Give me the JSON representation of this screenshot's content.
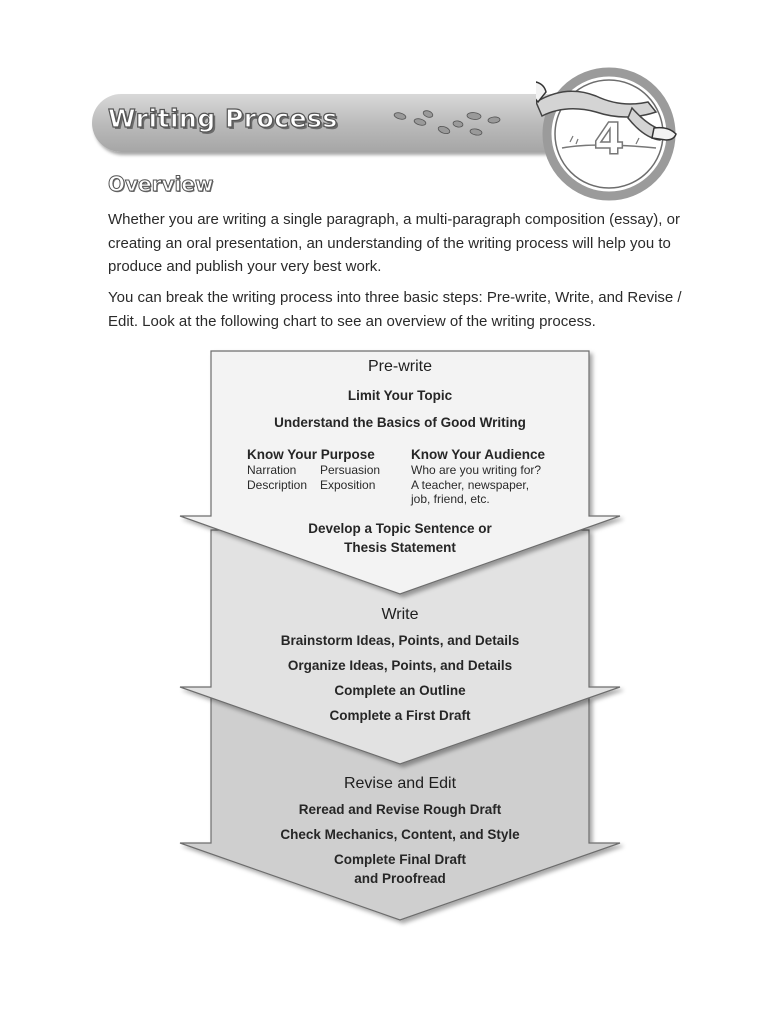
{
  "header": {
    "title": "Writing Process",
    "chapter_number": "4"
  },
  "overview": {
    "heading": "Overview",
    "paragraphs": [
      "Whether you are writing a single paragraph, a multi-paragraph composition (essay), or creating an oral presentation, an understanding of the writing process will help you to produce and publish your very best work.",
      "You can break the writing process into three basic steps: Pre-write, Write, and Revise / Edit. Look at the following chart to see an overview of the writing process."
    ]
  },
  "flowchart": {
    "colors": {
      "step1_fill": "#f3f3f3",
      "step2_fill": "#e2e2e2",
      "step3_fill": "#cfcfcf",
      "stroke": "#6d6d6d"
    },
    "prewrite": {
      "heading": "Pre-write",
      "items": [
        "Limit Your Topic",
        "Understand the Basics of Good Writing"
      ],
      "purpose": {
        "heading": "Know Your Purpose",
        "types_col1": [
          "Narration",
          "Description"
        ],
        "types_col2": [
          "Persuasion",
          "Exposition"
        ]
      },
      "audience": {
        "heading": "Know Your Audience",
        "lines": [
          "Who are you writing for?",
          "A teacher, newspaper,",
          "job, friend, etc."
        ]
      },
      "final_item": [
        "Develop a Topic Sentence or",
        "Thesis Statement"
      ]
    },
    "write": {
      "heading": "Write",
      "items": [
        "Brainstorm Ideas, Points, and Details",
        "Organize Ideas, Points, and Details",
        "Complete an Outline",
        "Complete a First Draft"
      ]
    },
    "revise": {
      "heading": "Revise and Edit",
      "items": [
        "Reread and Revise Rough Draft",
        "Check Mechanics, Content, and Style"
      ],
      "final_item": [
        "Complete Final Draft",
        "and Proofread"
      ]
    }
  }
}
